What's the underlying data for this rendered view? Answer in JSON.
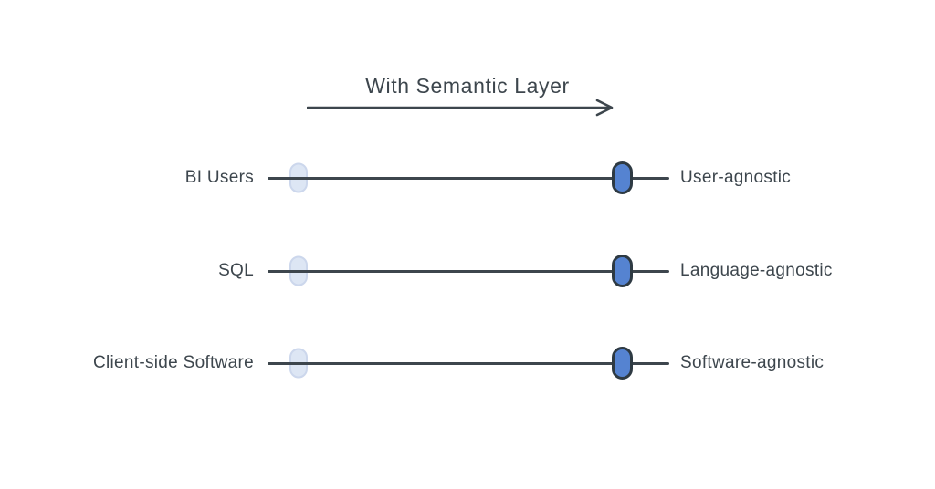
{
  "title": {
    "text": "With Semantic Layer"
  },
  "colors": {
    "background": "#ffffff",
    "text": "#3d464d",
    "line": "#3d464d",
    "active_handle_fill": "#5583d1",
    "active_handle_border": "#2e3a43",
    "inactive_handle_fill": "#dde6f4",
    "inactive_handle_border": "#ccd7ec"
  },
  "diagram": {
    "arrow_icon": "right-arrow",
    "rows": [
      {
        "left_label": "BI Users",
        "right_label": "User-agnostic",
        "handle_position": "right"
      },
      {
        "left_label": "SQL",
        "right_label": "Language-agnostic",
        "handle_position": "right"
      },
      {
        "left_label": "Client-side Software",
        "right_label": "Software-agnostic",
        "handle_position": "right"
      }
    ]
  }
}
